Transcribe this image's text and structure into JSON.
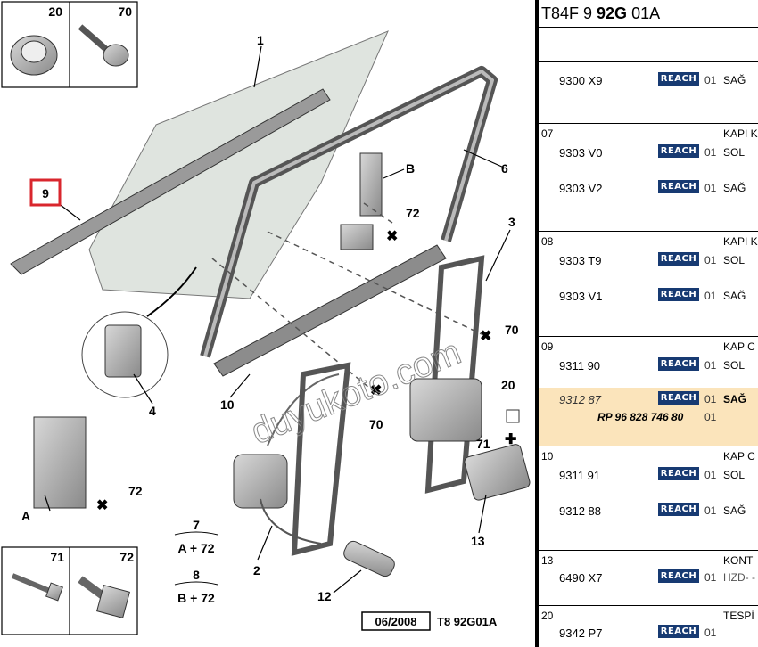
{
  "diagram": {
    "callouts": [
      "1",
      "2",
      "3",
      "4",
      "6",
      "9",
      "10",
      "12",
      "13",
      "20",
      "70",
      "71",
      "72",
      "72",
      "70",
      "A",
      "B"
    ],
    "inset_top": {
      "a": "20",
      "b": "70"
    },
    "inset_bottom": {
      "a": "71",
      "b": "72"
    },
    "legend_7_num": "7",
    "legend_7_eq": "A + 72",
    "legend_8_num": "8",
    "legend_8_eq": "B + 72",
    "date_box": "06/2008",
    "ref_code": "T8 92G01A",
    "watermark": "duyukoto.com",
    "labels": {
      "c1": "1",
      "c2": "2",
      "c3": "3",
      "c4": "4",
      "c6": "6",
      "c9": "9",
      "c10": "10",
      "c12": "12",
      "c13": "13",
      "c20": "20",
      "c70a": "70",
      "c70b": "70",
      "c71": "71",
      "c72a": "72",
      "c72b": "72",
      "cA": "A",
      "cB": "B"
    }
  },
  "panel": {
    "header_pre": "T84F 9 ",
    "header_bold": "92G",
    "header_post": " 01A",
    "badge": "REACH",
    "groups": {
      "g0": {
        "num": "",
        "head": "",
        "rows": [
          {
            "code": "9300 X9",
            "qty": "01",
            "side": "SAĞ"
          }
        ]
      },
      "g07": {
        "num": "07",
        "head": "KAPI K",
        "rows": [
          {
            "code": "9303 V0",
            "qty": "01",
            "side": "SOL"
          },
          {
            "code": "9303 V2",
            "qty": "01",
            "side": "SAĞ"
          }
        ]
      },
      "g08": {
        "num": "08",
        "head": "KAPI K",
        "rows": [
          {
            "code": "9303 T9",
            "qty": "01",
            "side": "SOL"
          },
          {
            "code": "9303 V1",
            "qty": "01",
            "side": "SAĞ"
          }
        ]
      },
      "g09": {
        "num": "09",
        "head": "KAP C",
        "rows": [
          {
            "code": "9311 90",
            "qty": "01",
            "side": "SOL"
          },
          {
            "code": "9312 87",
            "qty": "01",
            "side": "SAĞ"
          }
        ],
        "rp": "RP 96 828 746 80",
        "rp_qty": "01"
      },
      "g10": {
        "num": "10",
        "head": "KAP C",
        "rows": [
          {
            "code": "9311 91",
            "qty": "01",
            "side": "SOL"
          },
          {
            "code": "9312 88",
            "qty": "01",
            "side": "SAĞ"
          }
        ]
      },
      "g13": {
        "num": "13",
        "head": "KONT",
        "sub": "HZD- -",
        "rows": [
          {
            "code": "6490 X7",
            "qty": "01"
          }
        ]
      },
      "g20": {
        "num": "20",
        "head": "TESPİ",
        "rows": [
          {
            "code": "9342 P7",
            "qty": "01"
          }
        ]
      }
    }
  }
}
